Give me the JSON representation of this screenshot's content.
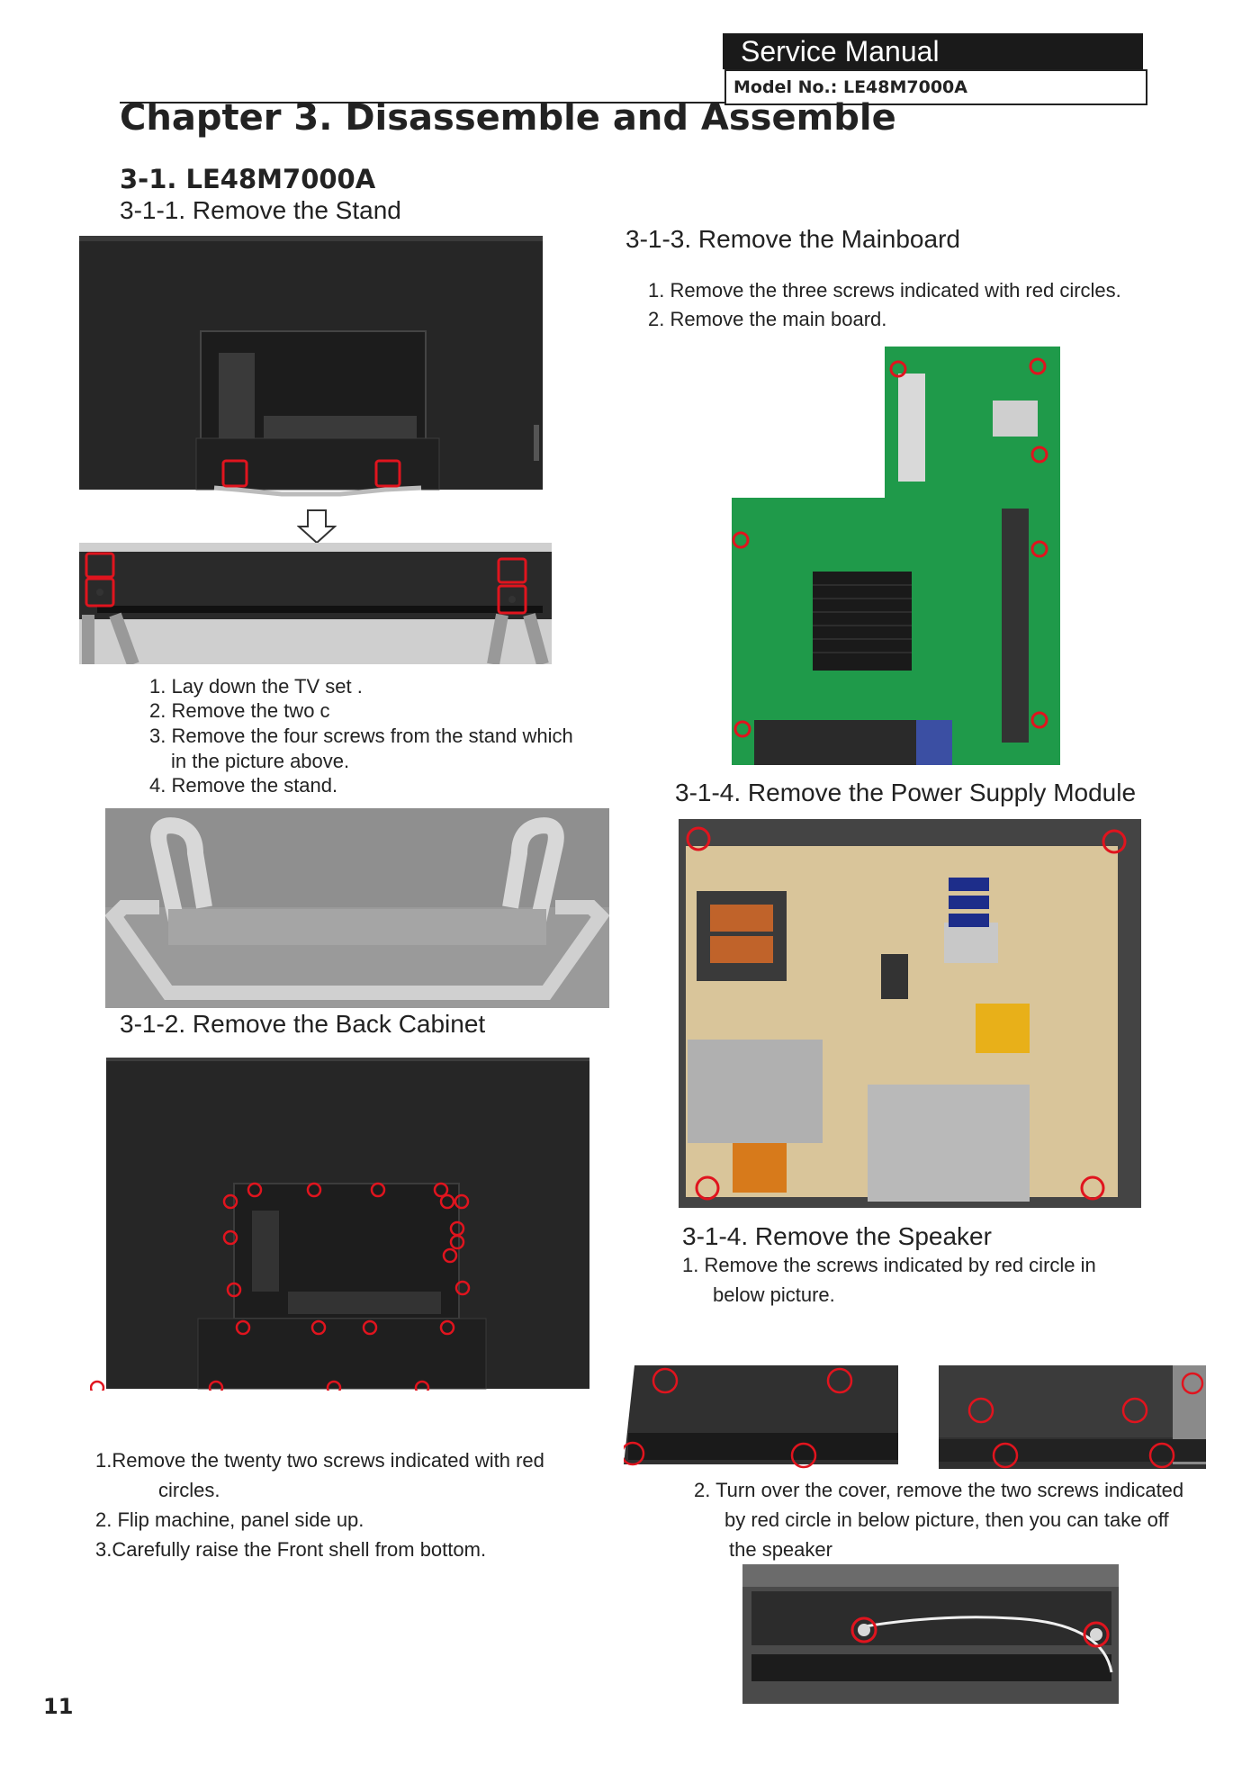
{
  "header": {
    "service_manual": "Service Manual",
    "model_no": "Model No.: LE48M7000A"
  },
  "chapter_title": "Chapter 3. Disassemble and Assemble",
  "section_title": "3-1. LE48M7000A",
  "stand": {
    "title": "3-1-1. Remove the Stand",
    "steps": [
      "1. Lay down the TV set .",
      "2. Remove the two c",
      "3. Remove the four screws from the stand which",
      "in the picture above.",
      "4. Remove the stand."
    ]
  },
  "back_cabinet": {
    "title": "3-1-2. Remove the Back Cabinet",
    "steps": [
      "1.Remove the twenty two screws indicated with red",
      "circles.",
      "2. Flip machine, panel side up.",
      "3.Carefully raise the Front shell from bottom."
    ]
  },
  "mainboard": {
    "title": "3-1-3. Remove the Mainboard",
    "steps": [
      "1. Remove the three screws indicated with red circles.",
      "2. Remove the main board."
    ]
  },
  "power_supply": {
    "title": "3-1-4. Remove the Power Supply Module"
  },
  "speaker": {
    "title": "3-1-4. Remove the Speaker",
    "steps": [
      "1. Remove the screws indicated by red circle in",
      "below picture.",
      "2. Turn over the cover, remove the two screws indicated",
      "by red circle in below picture, then you can take off",
      "the speaker"
    ]
  },
  "page_number": "11",
  "colors": {
    "marker_red": "#e0141e",
    "pcb_green": "#1f9a4a",
    "psu_tan": "#d9c59a",
    "header_black": "#1a1a1a"
  }
}
